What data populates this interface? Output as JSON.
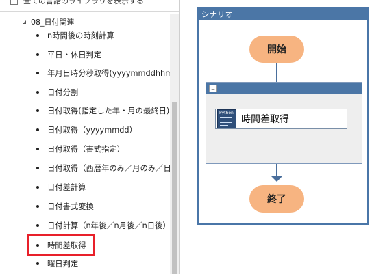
{
  "library": {
    "show_all_option_label": "全ての言語のライブラリを表示する",
    "group": {
      "label": "08_日付関連",
      "items": [
        {
          "label": "n時間後の時刻計算"
        },
        {
          "label": "平日・休日判定"
        },
        {
          "label": "年月日時分秒取得(yyyymmddhhmmss)"
        },
        {
          "label": "日付分割"
        },
        {
          "label": "日付取得(指定した年・月の最終日)"
        },
        {
          "label": "日付取得（yyyymmdd）"
        },
        {
          "label": "日付取得（書式指定）"
        },
        {
          "label": "日付取得（西暦年のみ／月のみ／日のみ）"
        },
        {
          "label": "日付差計算"
        },
        {
          "label": "日付書式変換"
        },
        {
          "label": "日付計算（n年後／n月後／n日後）"
        },
        {
          "label": "時間差取得",
          "highlighted": true,
          "highlight_color": "#e8202a"
        },
        {
          "label": "曜日判定"
        }
      ]
    }
  },
  "scenario": {
    "title": "シナリオ",
    "start_label": "開始",
    "end_label": "終了",
    "group_collapse_symbol": "_",
    "action": {
      "icon_name": "python-icon",
      "icon_text": "Python",
      "label": "時間差取得"
    },
    "colors": {
      "header": "#4b76a6",
      "terminal": "#f7b481",
      "group_background": "#eeeeee"
    }
  }
}
